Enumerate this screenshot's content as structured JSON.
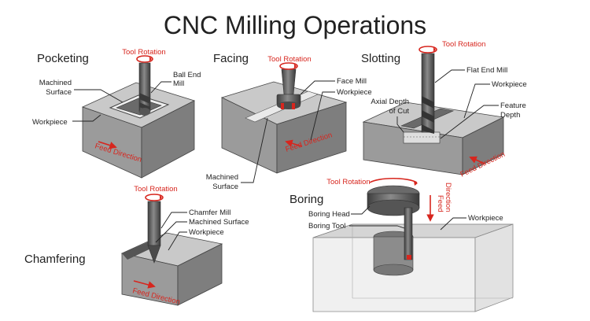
{
  "title": "CNC Milling Operations",
  "colors": {
    "accent": "#d7261e",
    "metal_dark": "#5b5b5b",
    "block_top": "#c9c9c9",
    "block_front": "#9b9b9b",
    "block_side": "#7e7e7e"
  },
  "panels": {
    "pocketing": {
      "name": "Pocketing",
      "tool_rotation": "Tool Rotation",
      "tool": [
        "Ball End",
        "Mill"
      ],
      "surface": [
        "Machined",
        "Surface"
      ],
      "workpiece": "Workpiece",
      "feed": "Feed Direction"
    },
    "facing": {
      "name": "Facing",
      "tool_rotation": "Tool Rotation",
      "tool": "Face Mill",
      "workpiece": "Workpiece",
      "feed": "Feed Direction",
      "surface": [
        "Machined",
        "Surface"
      ]
    },
    "slotting": {
      "name": "Slotting",
      "tool_rotation": "Tool Rotation",
      "tool": "Flat End Mill",
      "workpiece": "Workpiece",
      "axial_depth": [
        "Axial Depth",
        "of Cut"
      ],
      "feature_depth": [
        "Feature",
        "Depth"
      ],
      "feed": "Feed Direction"
    },
    "chamfering": {
      "name": "Chamfering",
      "tool_rotation": "Tool Rotation",
      "tool": "Chamfer Mill",
      "surface": "Machined Surface",
      "workpiece": "Workpiece",
      "feed": "Feed Direction"
    },
    "boring": {
      "name": "Boring",
      "tool_rotation": "Tool Rotation",
      "head": "Boring Head",
      "tool": "Boring Tool",
      "feed": [
        "Feed",
        "Direction"
      ],
      "workpiece": "Workpiece"
    }
  }
}
